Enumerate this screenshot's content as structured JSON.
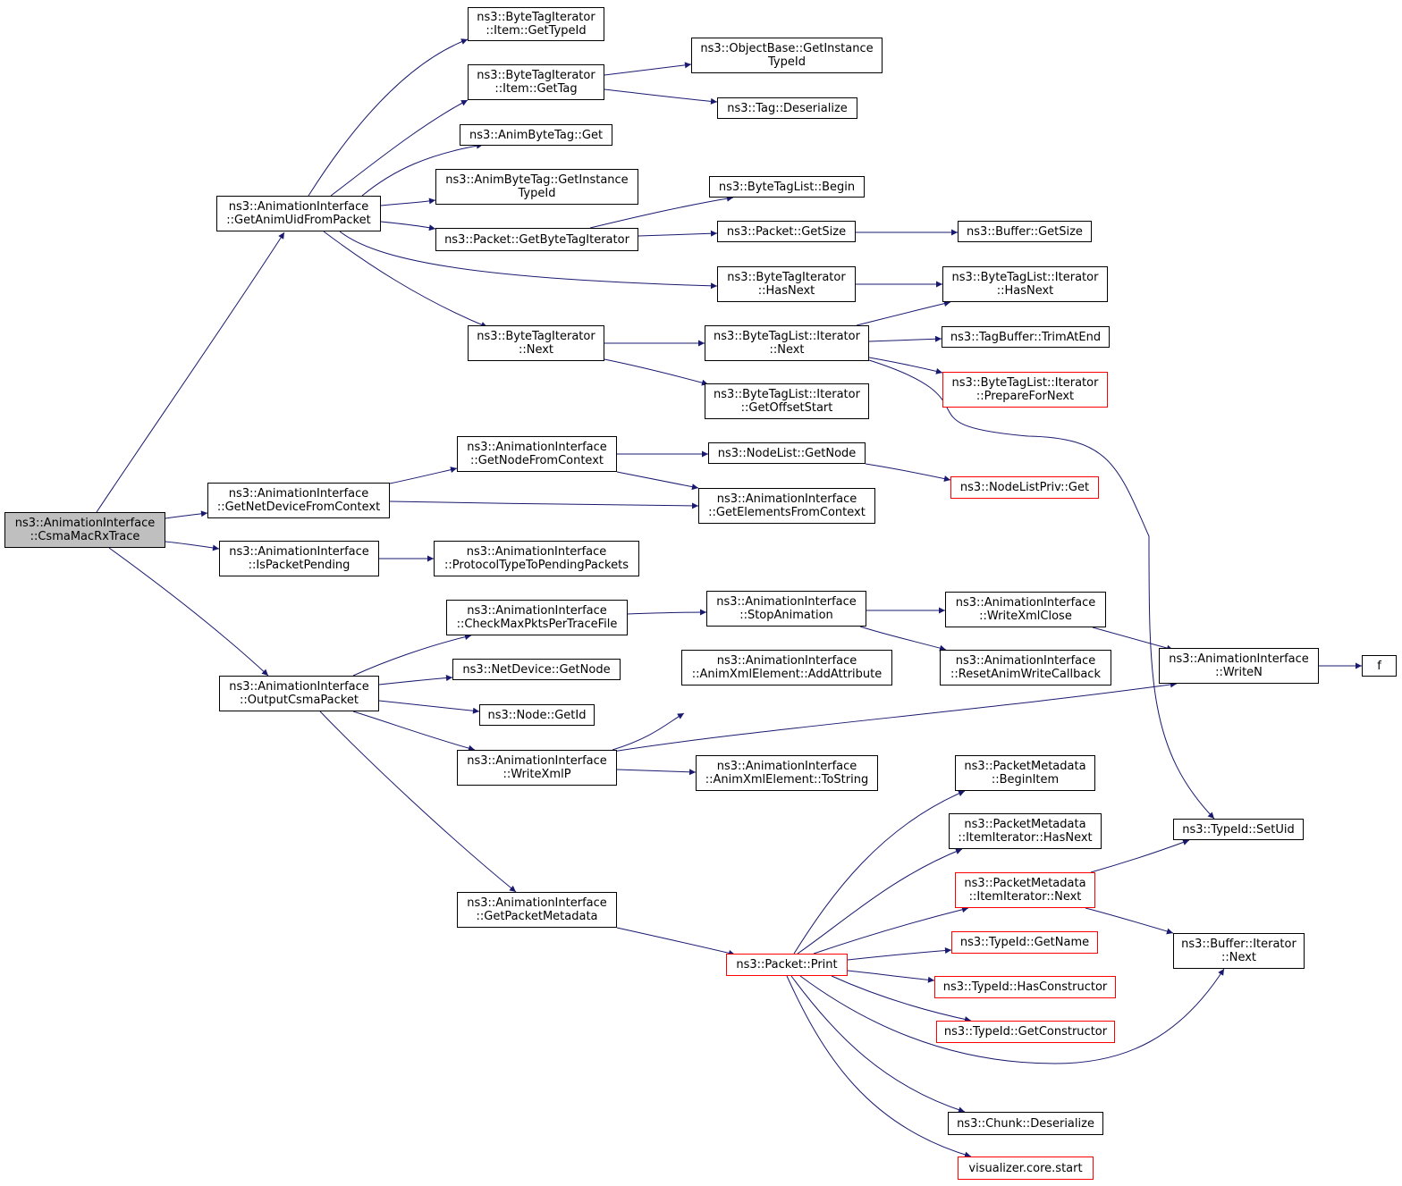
{
  "colors": {
    "edge": "#191970",
    "box_border": "#000000",
    "truncated_border": "#ff0000",
    "root_fill": "#bfbfbf"
  },
  "nodes": [
    {
      "id": "root",
      "lines": [
        "ns3::AnimationInterface",
        "::CsmaMacRxTrace"
      ],
      "root": true
    },
    {
      "id": "getAnimUid",
      "lines": [
        "ns3::AnimationInterface",
        "::GetAnimUidFromPacket"
      ]
    },
    {
      "id": "getNetDev",
      "lines": [
        "ns3::AnimationInterface",
        "::GetNetDeviceFromContext"
      ]
    },
    {
      "id": "isPending",
      "lines": [
        "ns3::AnimationInterface",
        "::IsPacketPending"
      ]
    },
    {
      "id": "outputCsma",
      "lines": [
        "ns3::AnimationInterface",
        "::OutputCsmaPacket"
      ]
    },
    {
      "id": "btiGetTypeId",
      "lines": [
        "ns3::ByteTagIterator",
        "::Item::GetTypeId"
      ]
    },
    {
      "id": "btiGetTag",
      "lines": [
        "ns3::ByteTagIterator",
        "::Item::GetTag"
      ]
    },
    {
      "id": "animByteTagGet",
      "lines": [
        "ns3::AnimByteTag::Get"
      ]
    },
    {
      "id": "animByteTagGIT",
      "lines": [
        "ns3::AnimByteTag::GetInstance",
        "TypeId"
      ]
    },
    {
      "id": "pktGetBTI",
      "lines": [
        "ns3::Packet::GetByteTagIterator"
      ]
    },
    {
      "id": "btiNext",
      "lines": [
        "ns3::ByteTagIterator",
        "::Next"
      ]
    },
    {
      "id": "objBaseGIT",
      "lines": [
        "ns3::ObjectBase::GetInstance",
        "TypeId"
      ]
    },
    {
      "id": "tagDeser",
      "lines": [
        "ns3::Tag::Deserialize"
      ]
    },
    {
      "id": "btlBegin",
      "lines": [
        "ns3::ByteTagList::Begin"
      ]
    },
    {
      "id": "pktGetSize",
      "lines": [
        "ns3::Packet::GetSize"
      ]
    },
    {
      "id": "bufGetSize",
      "lines": [
        "ns3::Buffer::GetSize"
      ]
    },
    {
      "id": "btiHasNext",
      "lines": [
        "ns3::ByteTagIterator",
        "::HasNext"
      ]
    },
    {
      "id": "btlItHasNext",
      "lines": [
        "ns3::ByteTagList::Iterator",
        "::HasNext"
      ]
    },
    {
      "id": "btlItNext",
      "lines": [
        "ns3::ByteTagList::Iterator",
        "::Next"
      ]
    },
    {
      "id": "trimAtEnd",
      "lines": [
        "ns3::TagBuffer::TrimAtEnd"
      ]
    },
    {
      "id": "prepNext",
      "lines": [
        "ns3::ByteTagList::Iterator",
        "::PrepareForNext"
      ],
      "red": true
    },
    {
      "id": "getOffset",
      "lines": [
        "ns3::ByteTagList::Iterator",
        "::GetOffsetStart"
      ]
    },
    {
      "id": "getNodeCtx",
      "lines": [
        "ns3::AnimationInterface",
        "::GetNodeFromContext"
      ]
    },
    {
      "id": "nodeListGet",
      "lines": [
        "ns3::NodeList::GetNode"
      ]
    },
    {
      "id": "nodeListPriv",
      "lines": [
        "ns3::NodeListPriv::Get"
      ],
      "red": true
    },
    {
      "id": "getElems",
      "lines": [
        "ns3::AnimationInterface",
        "::GetElementsFromContext"
      ]
    },
    {
      "id": "protoType",
      "lines": [
        "ns3::AnimationInterface",
        "::ProtocolTypeToPendingPackets"
      ]
    },
    {
      "id": "checkMax",
      "lines": [
        "ns3::AnimationInterface",
        "::CheckMaxPktsPerTraceFile"
      ]
    },
    {
      "id": "stopAnim",
      "lines": [
        "ns3::AnimationInterface",
        "::StopAnimation"
      ]
    },
    {
      "id": "writeXmlClose",
      "lines": [
        "ns3::AnimationInterface",
        "::WriteXmlClose"
      ]
    },
    {
      "id": "resetCb",
      "lines": [
        "ns3::AnimationInterface",
        "::ResetAnimWriteCallback"
      ]
    },
    {
      "id": "writeN",
      "lines": [
        "ns3::AnimationInterface",
        "::WriteN"
      ]
    },
    {
      "id": "f",
      "lines": [
        "f"
      ]
    },
    {
      "id": "netDevGetNode",
      "lines": [
        "ns3::NetDevice::GetNode"
      ]
    },
    {
      "id": "nodeGetId",
      "lines": [
        "ns3::Node::GetId"
      ]
    },
    {
      "id": "addAttr",
      "lines": [
        "ns3::AnimationInterface",
        "::AnimXmlElement::AddAttribute"
      ]
    },
    {
      "id": "writeXmlP",
      "lines": [
        "ns3::AnimationInterface",
        "::WriteXmlP"
      ]
    },
    {
      "id": "toString",
      "lines": [
        "ns3::AnimationInterface",
        "::AnimXmlElement::ToString"
      ]
    },
    {
      "id": "getPktMeta",
      "lines": [
        "ns3::AnimationInterface",
        "::GetPacketMetadata"
      ]
    },
    {
      "id": "pktPrint",
      "lines": [
        "ns3::Packet::Print"
      ],
      "red": true
    },
    {
      "id": "pmBeginItem",
      "lines": [
        "ns3::PacketMetadata",
        "::BeginItem"
      ]
    },
    {
      "id": "pmItHasNext",
      "lines": [
        "ns3::PacketMetadata",
        "::ItemIterator::HasNext"
      ]
    },
    {
      "id": "pmItNext",
      "lines": [
        "ns3::PacketMetadata",
        "::ItemIterator::Next"
      ],
      "red": true
    },
    {
      "id": "typeIdGetName",
      "lines": [
        "ns3::TypeId::GetName"
      ],
      "red": true
    },
    {
      "id": "typeIdHasCtor",
      "lines": [
        "ns3::TypeId::HasConstructor"
      ],
      "red": true
    },
    {
      "id": "typeIdGetCtor",
      "lines": [
        "ns3::TypeId::GetConstructor"
      ],
      "red": true
    },
    {
      "id": "chunkDeser",
      "lines": [
        "ns3::Chunk::Deserialize"
      ]
    },
    {
      "id": "vizStart",
      "lines": [
        "visualizer.core.start"
      ],
      "red": true
    },
    {
      "id": "typeIdSetUid",
      "lines": [
        "ns3::TypeId::SetUid"
      ]
    },
    {
      "id": "bufItNext",
      "lines": [
        "ns3::Buffer::Iterator",
        "::Next"
      ]
    }
  ],
  "edges": [
    [
      "root",
      "getAnimUid"
    ],
    [
      "root",
      "getNetDev"
    ],
    [
      "root",
      "isPending"
    ],
    [
      "root",
      "outputCsma"
    ],
    [
      "getAnimUid",
      "btiGetTypeId"
    ],
    [
      "getAnimUid",
      "btiGetTag"
    ],
    [
      "getAnimUid",
      "animByteTagGet"
    ],
    [
      "getAnimUid",
      "animByteTagGIT"
    ],
    [
      "getAnimUid",
      "pktGetBTI"
    ],
    [
      "getAnimUid",
      "btiHasNext"
    ],
    [
      "getAnimUid",
      "btiNext"
    ],
    [
      "btiGetTag",
      "objBaseGIT"
    ],
    [
      "btiGetTag",
      "tagDeser"
    ],
    [
      "pktGetBTI",
      "btlBegin"
    ],
    [
      "pktGetBTI",
      "pktGetSize"
    ],
    [
      "pktGetSize",
      "bufGetSize"
    ],
    [
      "btiHasNext",
      "btlItHasNext"
    ],
    [
      "btiNext",
      "btlItNext"
    ],
    [
      "btiNext",
      "getOffset"
    ],
    [
      "btlItNext",
      "btlItHasNext"
    ],
    [
      "btlItNext",
      "trimAtEnd"
    ],
    [
      "btlItNext",
      "prepNext"
    ],
    [
      "btlItNext",
      "typeIdSetUid"
    ],
    [
      "getNetDev",
      "getNodeCtx"
    ],
    [
      "getNetDev",
      "getElems"
    ],
    [
      "getNodeCtx",
      "nodeListGet"
    ],
    [
      "getNodeCtx",
      "getElems"
    ],
    [
      "nodeListGet",
      "nodeListPriv"
    ],
    [
      "isPending",
      "protoType"
    ],
    [
      "outputCsma",
      "checkMax"
    ],
    [
      "outputCsma",
      "netDevGetNode"
    ],
    [
      "outputCsma",
      "nodeGetId"
    ],
    [
      "outputCsma",
      "writeXmlP"
    ],
    [
      "outputCsma",
      "getPktMeta"
    ],
    [
      "checkMax",
      "stopAnim"
    ],
    [
      "stopAnim",
      "writeXmlClose"
    ],
    [
      "stopAnim",
      "resetCb"
    ],
    [
      "writeXmlClose",
      "writeN"
    ],
    [
      "writeN",
      "f"
    ],
    [
      "writeXmlP",
      "addAttr"
    ],
    [
      "writeXmlP",
      "writeN"
    ],
    [
      "writeXmlP",
      "toString"
    ],
    [
      "getPktMeta",
      "pktPrint"
    ],
    [
      "pktPrint",
      "pmBeginItem"
    ],
    [
      "pktPrint",
      "pmItHasNext"
    ],
    [
      "pktPrint",
      "pmItNext"
    ],
    [
      "pktPrint",
      "typeIdGetName"
    ],
    [
      "pktPrint",
      "typeIdHasCtor"
    ],
    [
      "pktPrint",
      "typeIdGetCtor"
    ],
    [
      "pktPrint",
      "bufItNext"
    ],
    [
      "pktPrint",
      "chunkDeser"
    ],
    [
      "pktPrint",
      "vizStart"
    ],
    [
      "pmItNext",
      "typeIdSetUid"
    ],
    [
      "pmItNext",
      "bufItNext"
    ]
  ]
}
